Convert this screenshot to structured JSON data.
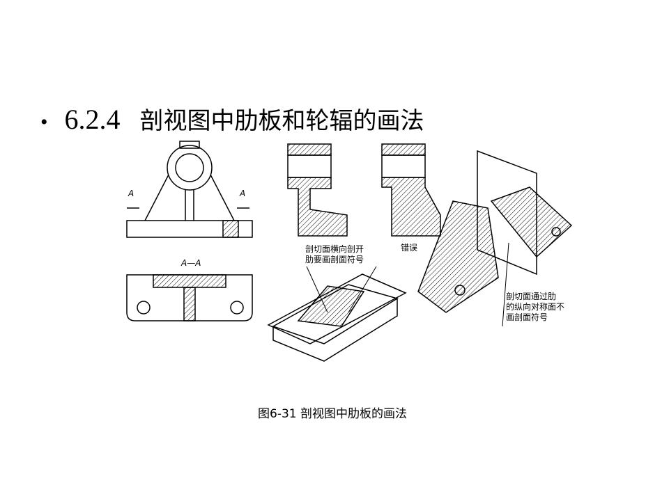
{
  "title": {
    "bullet": "•",
    "number": "6.2.4",
    "text": "剖视图中肋板和轮辐的画法"
  },
  "figure": {
    "section_mark_left": "A",
    "section_mark_right": "A",
    "section_view_label": "A—A",
    "note_transverse": [
      "剖切面横向剖开",
      "肋要画剖面符号"
    ],
    "wrong_label": "错误",
    "note_longitudinal": [
      "剖切面通过肋",
      "的纵向对称面不",
      "画剖面符号"
    ]
  },
  "caption": "图6-31  剖视图中肋板的画法"
}
